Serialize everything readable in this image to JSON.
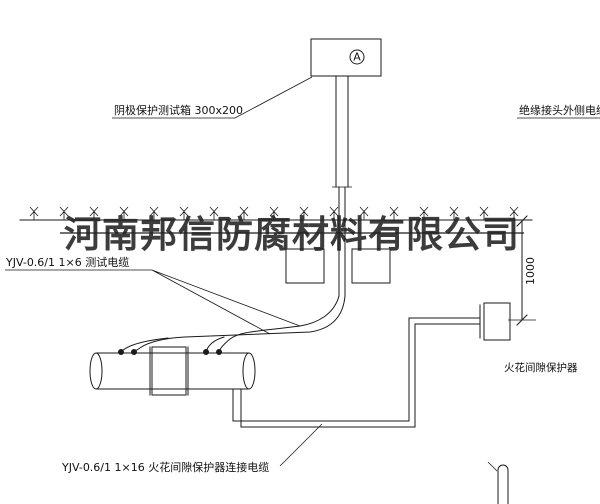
{
  "watermark": "河南邦信防腐材料有限公司",
  "meter_symbol": "A",
  "labels": {
    "test_box": "阴极保护测试箱 300x200",
    "outer_cable": "绝缘接头外侧电缆",
    "test_cable": "YJV-0.6/1 1×6  测试电缆",
    "spark_gap_cable": "YJV-0.6/1 1×16  火花间隙保护器连接电缆",
    "spark_gap_protector": "火花间隙保护器",
    "depth_dimension": "1000"
  },
  "colors": {
    "line": "#1a1a1a",
    "watermark": "#222222",
    "background": "#ffffff"
  }
}
